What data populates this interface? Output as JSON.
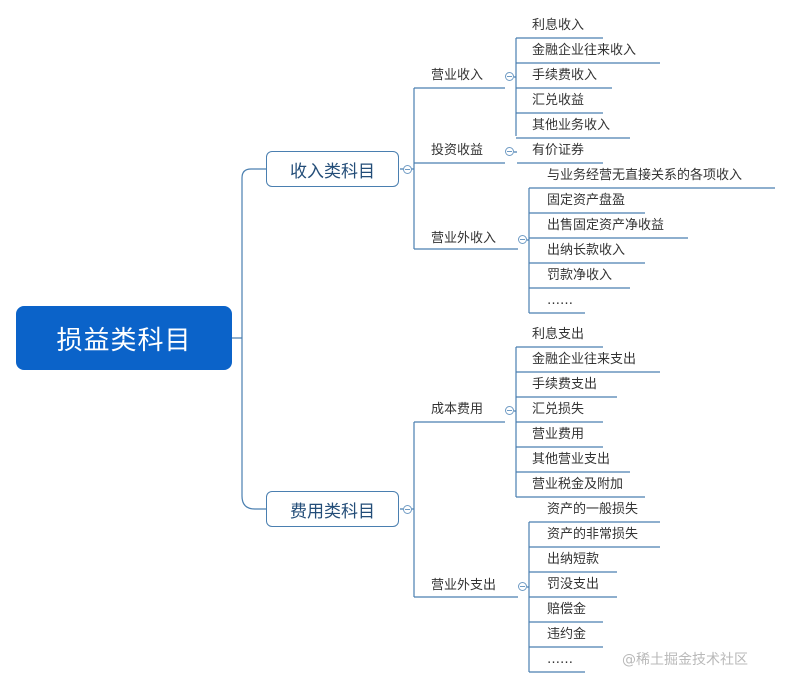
{
  "root": "损益类科目",
  "income": {
    "title": "收入类科目",
    "operating": {
      "label": "营业收入",
      "items": [
        "利息收入",
        "金融企业往来收入",
        "手续费收入",
        "汇兑收益",
        "其他业务收入"
      ]
    },
    "investment": {
      "label": "投资收益",
      "items": [
        "有价证券"
      ]
    },
    "non_operating": {
      "label": "营业外收入",
      "items": [
        "与业务经营无直接关系的各项收入",
        "固定资产盘盈",
        "出售固定资产净收益",
        "出纳长款收入",
        "罚款净收入",
        "……"
      ]
    }
  },
  "expense": {
    "title": "费用类科目",
    "cost": {
      "label": "成本费用",
      "items": [
        "利息支出",
        "金融企业往来支出",
        "手续费支出",
        "汇兑损失",
        "营业费用",
        "其他营业支出",
        "营业税金及附加"
      ]
    },
    "non_operating": {
      "label": "营业外支出",
      "items": [
        "资产的一般损失",
        "资产的非常损失",
        "出纳短款",
        "罚没支出",
        "赔偿金",
        "违约金",
        "……"
      ]
    }
  },
  "watermark": "@稀土掘金技术社区",
  "colors": {
    "root": "#0b63c9",
    "line": "#4a7fb0"
  }
}
